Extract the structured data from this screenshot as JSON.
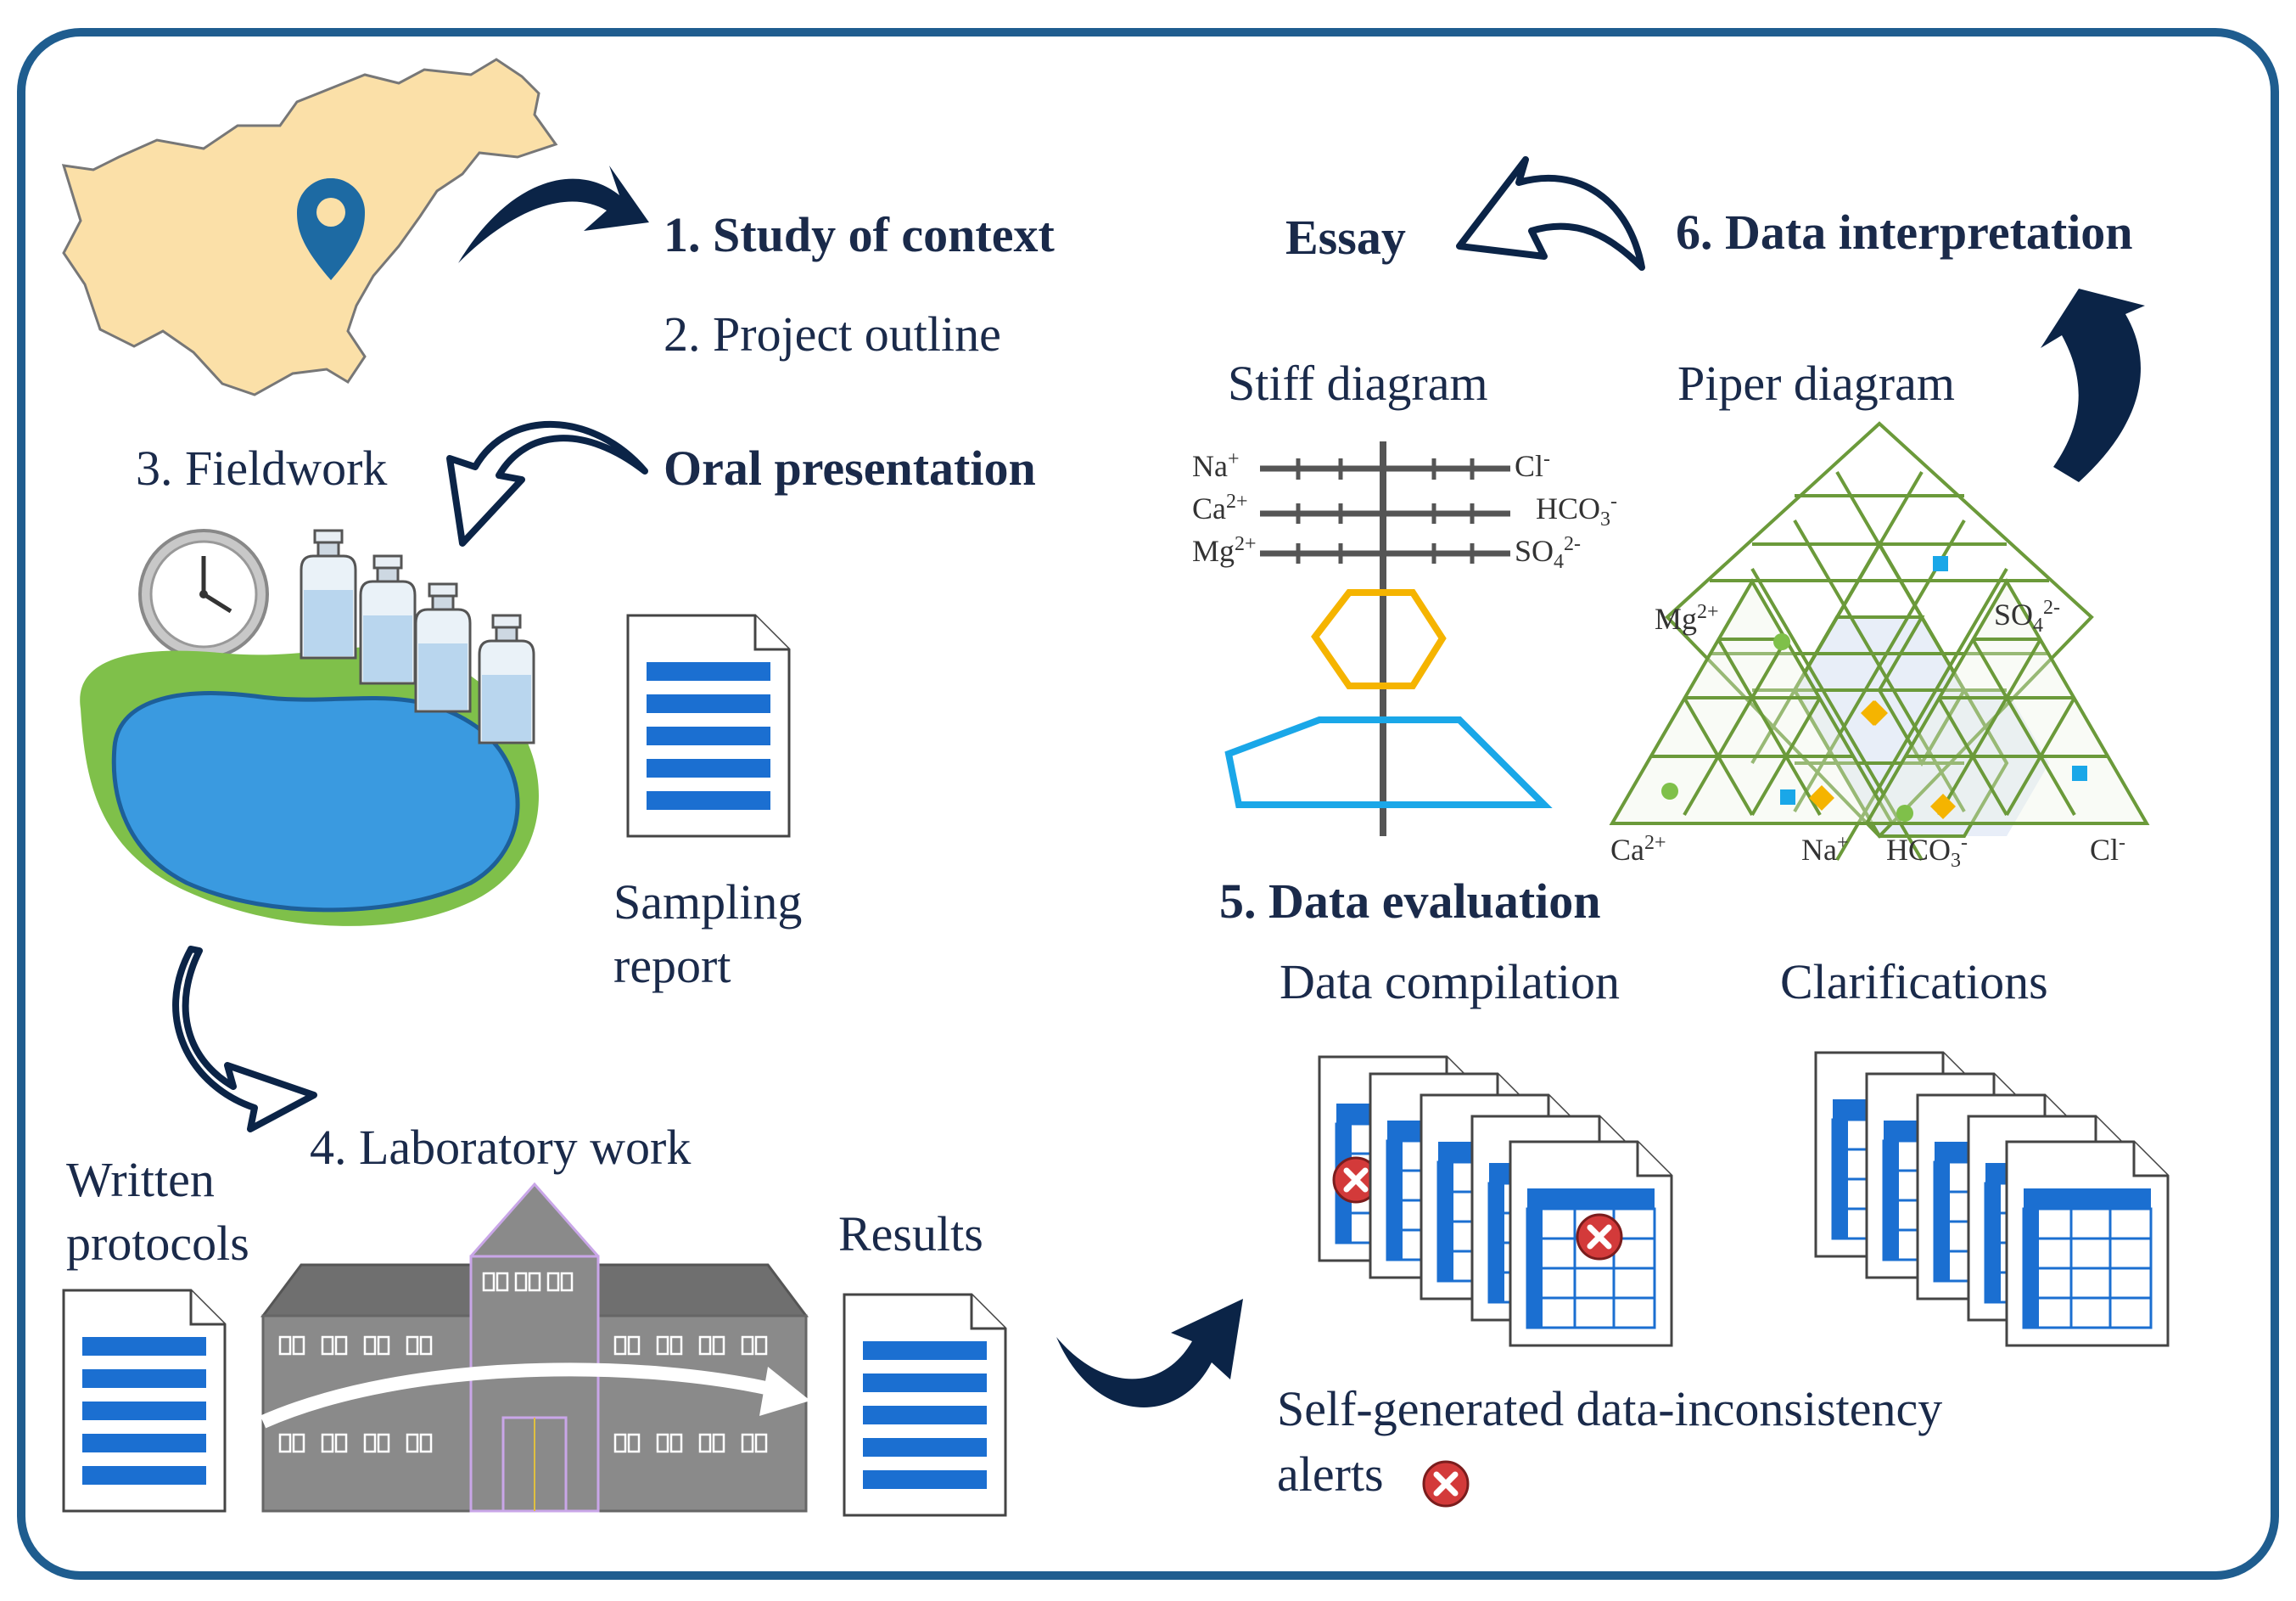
{
  "steps": {
    "study_of_context": "1. Study of context",
    "project_outline": "2. Project outline",
    "oral_presentation": "Oral presentation",
    "fieldwork": "3. Fieldwork",
    "sampling_report": "Sampling\nreport",
    "laboratory_work": "4. Laboratory work",
    "written_protocols": "Written\nprotocols",
    "results": "Results",
    "data_evaluation": "5. Data evaluation",
    "data_compilation": "Data compilation",
    "clarifications": "Clarifications",
    "alerts_line1": "Self-generated data-inconsistency",
    "alerts_line2": "alerts",
    "data_interpretation": "6. Data interpretation",
    "essay": "Essay"
  },
  "diagrams": {
    "stiff_title": "Stiff diagram",
    "piper_title": "Piper diagram",
    "stiff_left_ions": [
      {
        "base": "Na",
        "sup": "+",
        "sub": ""
      },
      {
        "base": "Ca",
        "sup": "2+",
        "sub": ""
      },
      {
        "base": "Mg",
        "sup": "2+",
        "sub": ""
      }
    ],
    "stiff_right_ions": [
      {
        "base": "Cl",
        "sup": "-",
        "sub": ""
      },
      {
        "base": "HCO",
        "sup": "-",
        "sub": "3"
      },
      {
        "base": "SO",
        "sup": "2-",
        "sub": "4"
      }
    ],
    "piper_ions": {
      "mg": {
        "base": "Mg",
        "sup": "2+",
        "sub": ""
      },
      "so4": {
        "base": "SO",
        "sup": "2-",
        "sub": "4"
      },
      "ca": {
        "base": "Ca",
        "sup": "2+",
        "sub": ""
      },
      "na": {
        "base": "Na",
        "sup": "+",
        "sub": ""
      },
      "hco3": {
        "base": "HCO",
        "sup": "-",
        "sub": "3"
      },
      "cl": {
        "base": "Cl",
        "sup": "-",
        "sub": ""
      }
    }
  },
  "colors": {
    "navy": "#0b2447",
    "frame": "#1f5d8f",
    "blue_bar": "#1b6fd1",
    "map_fill": "#fbe0a8",
    "pin": "#1d6aa3",
    "lake": "#3a9ae0",
    "grass": "#7fc04a",
    "building": "#8a8a8a",
    "piper_line": "#6b9a3a",
    "orange": "#f5b400",
    "cyan": "#1aa7e8",
    "alert": "#d33a3a"
  }
}
